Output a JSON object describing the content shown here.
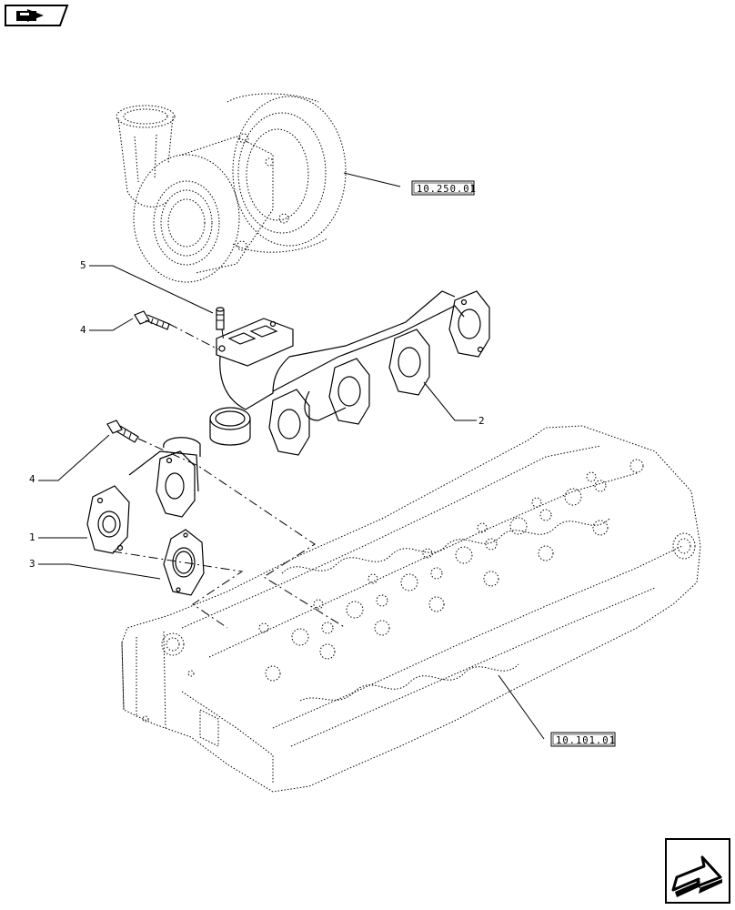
{
  "callouts": {
    "item_1": "1",
    "item_2": "2",
    "item_3": "3",
    "item_4_upper": "4",
    "item_4_lower": "4",
    "item_5": "5"
  },
  "references": {
    "turbocharger": "10.250.01",
    "cylinder_head": "10.101.01"
  },
  "icons": {
    "top_nav": "book-arrow-icon",
    "bottom_nav": "next-page-arrow-icon"
  }
}
